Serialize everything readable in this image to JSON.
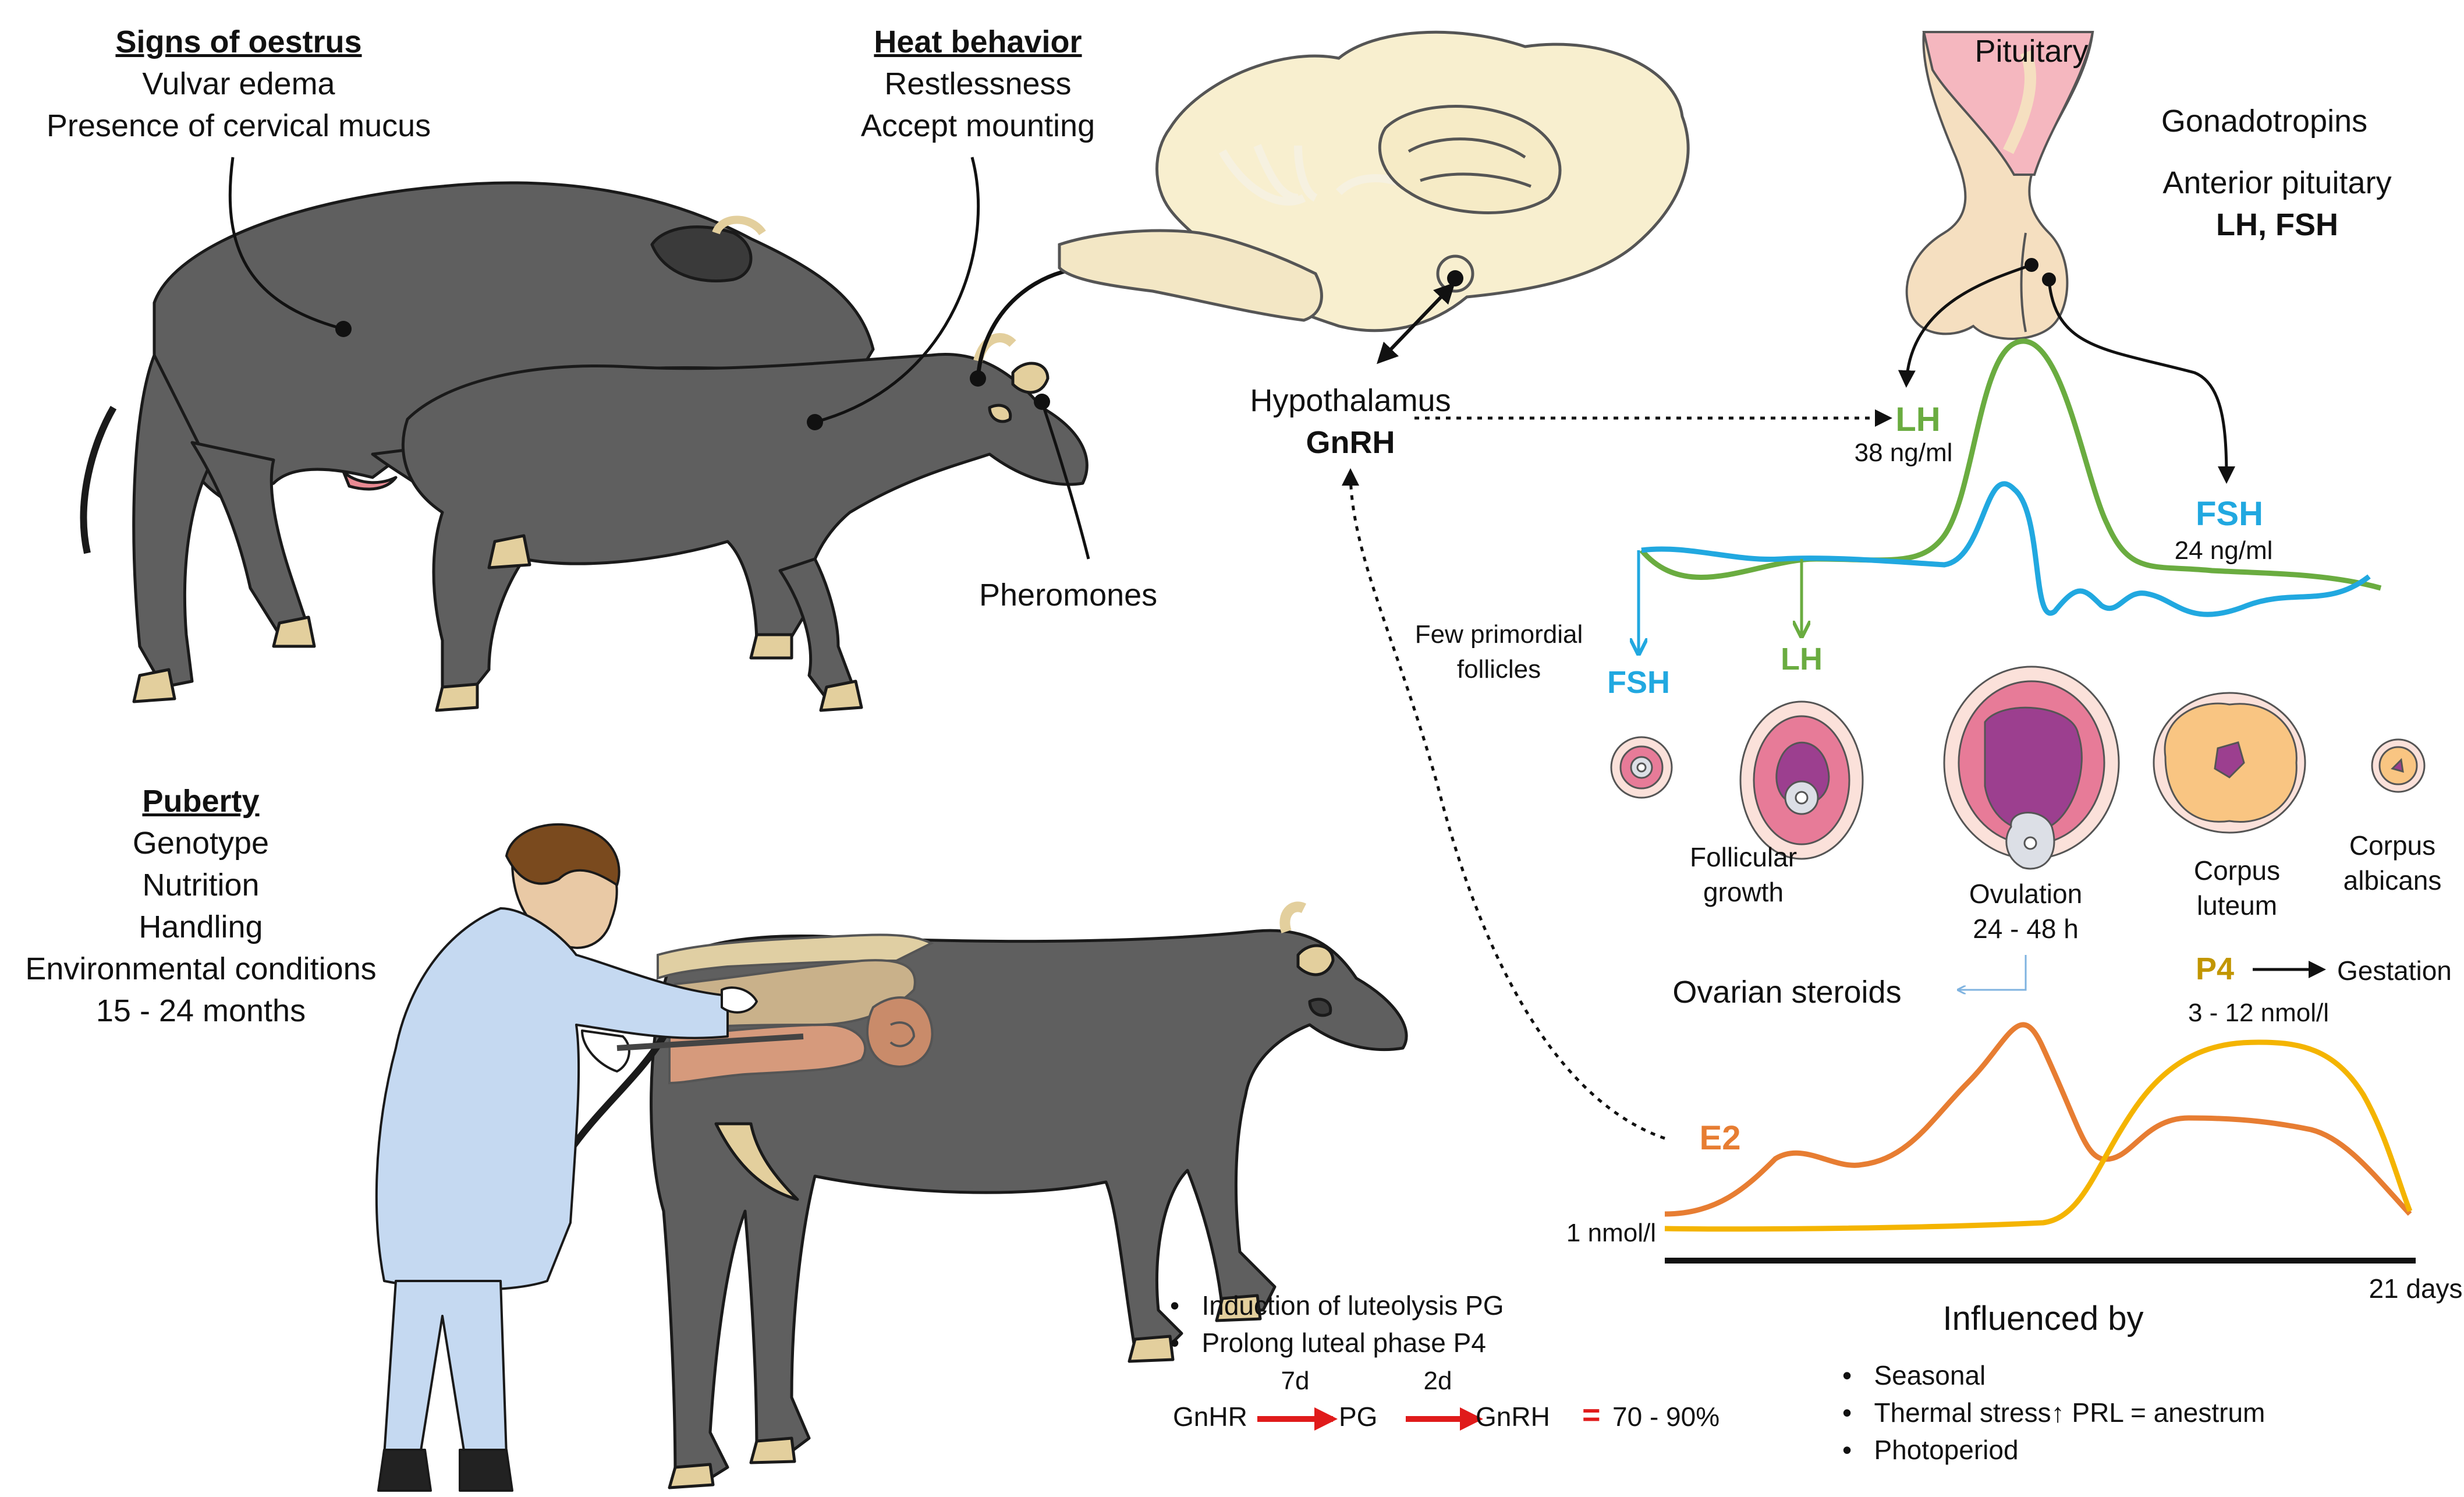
{
  "colors": {
    "buffalo": "#5f5f5f",
    "outline": "#1a1a1a",
    "hoof": "#e3cf9d",
    "brain": "#f8efcf",
    "pituitary_pink": "#f5b7bf",
    "lh": "#6aac40",
    "fsh": "#21a8e0",
    "e2": "#e77d32",
    "p4": "#f4b400",
    "p4_label": "#c29600",
    "follicle_pink": "#e77b98",
    "follicle_purple": "#9c3f8f",
    "luteum": "#f9c582",
    "coat": "#c5d9f1",
    "red_arrow": "#e01b1b"
  },
  "icons": {
    "mounting_buffalo": "buffalo-mounting-icon",
    "buffalo": "buffalo-icon",
    "brain": "brain-sagittal-icon",
    "pituitary": "pituitary-gland-icon",
    "vet": "veterinarian-icon",
    "reproductive_tract": "reproductive-tract-icon"
  },
  "signs": {
    "title": "Signs of oestrus",
    "items": [
      "Vulvar edema",
      "Presence of cervical mucus"
    ]
  },
  "heat": {
    "title": "Heat behavior",
    "items": [
      "Restlessness",
      "Accept mounting"
    ]
  },
  "pheromones": "Pheromones",
  "hypothalamus": {
    "name": "Hypothalamus",
    "hormone": "GnRH"
  },
  "pituitary": {
    "name": "Pituitary",
    "category": "Gonadotropins",
    "region": "Anterior pituitary",
    "hormones": "LH, FSH"
  },
  "lh": {
    "label": "LH",
    "value": "38 ng/ml"
  },
  "fsh": {
    "label": "FSH",
    "value": "24 ng/ml"
  },
  "primordial": {
    "line1": "Few primordial",
    "line2": "follicles",
    "fsh": "FSH",
    "lh": "LH"
  },
  "stages": {
    "follicular": [
      "Follicular",
      "growth"
    ],
    "ovulation": [
      "Ovulation",
      "24 - 48 h"
    ],
    "luteum": [
      "Corpus",
      "luteum"
    ],
    "albicans": [
      "Corpus",
      "albicans"
    ]
  },
  "steroids": {
    "title": "Ovarian steroids",
    "p4": "P4",
    "gestation": "Gestation",
    "p4_range": "3 - 12 nmol/l",
    "e2": "E2",
    "baseline": "1 nmol/l",
    "days": "21 days"
  },
  "influenced": {
    "title": "Influenced by",
    "items": [
      "Seasonal",
      "Thermal stress↑ PRL = anestrum",
      "Photoperiod"
    ]
  },
  "puberty": {
    "title": "Puberty",
    "items": [
      "Genotype",
      "Nutrition",
      "Handling",
      "Environmental conditions",
      "15 - 24 months"
    ]
  },
  "protocol": {
    "bullets": [
      "Induction of luteolysis PG",
      "Prolong luteal phase P4"
    ],
    "step1": "GnHR",
    "step2": "PG",
    "step3": "GnRH",
    "interval1": "7d",
    "interval2": "2d",
    "equals": "=",
    "result": "70 - 90%"
  }
}
